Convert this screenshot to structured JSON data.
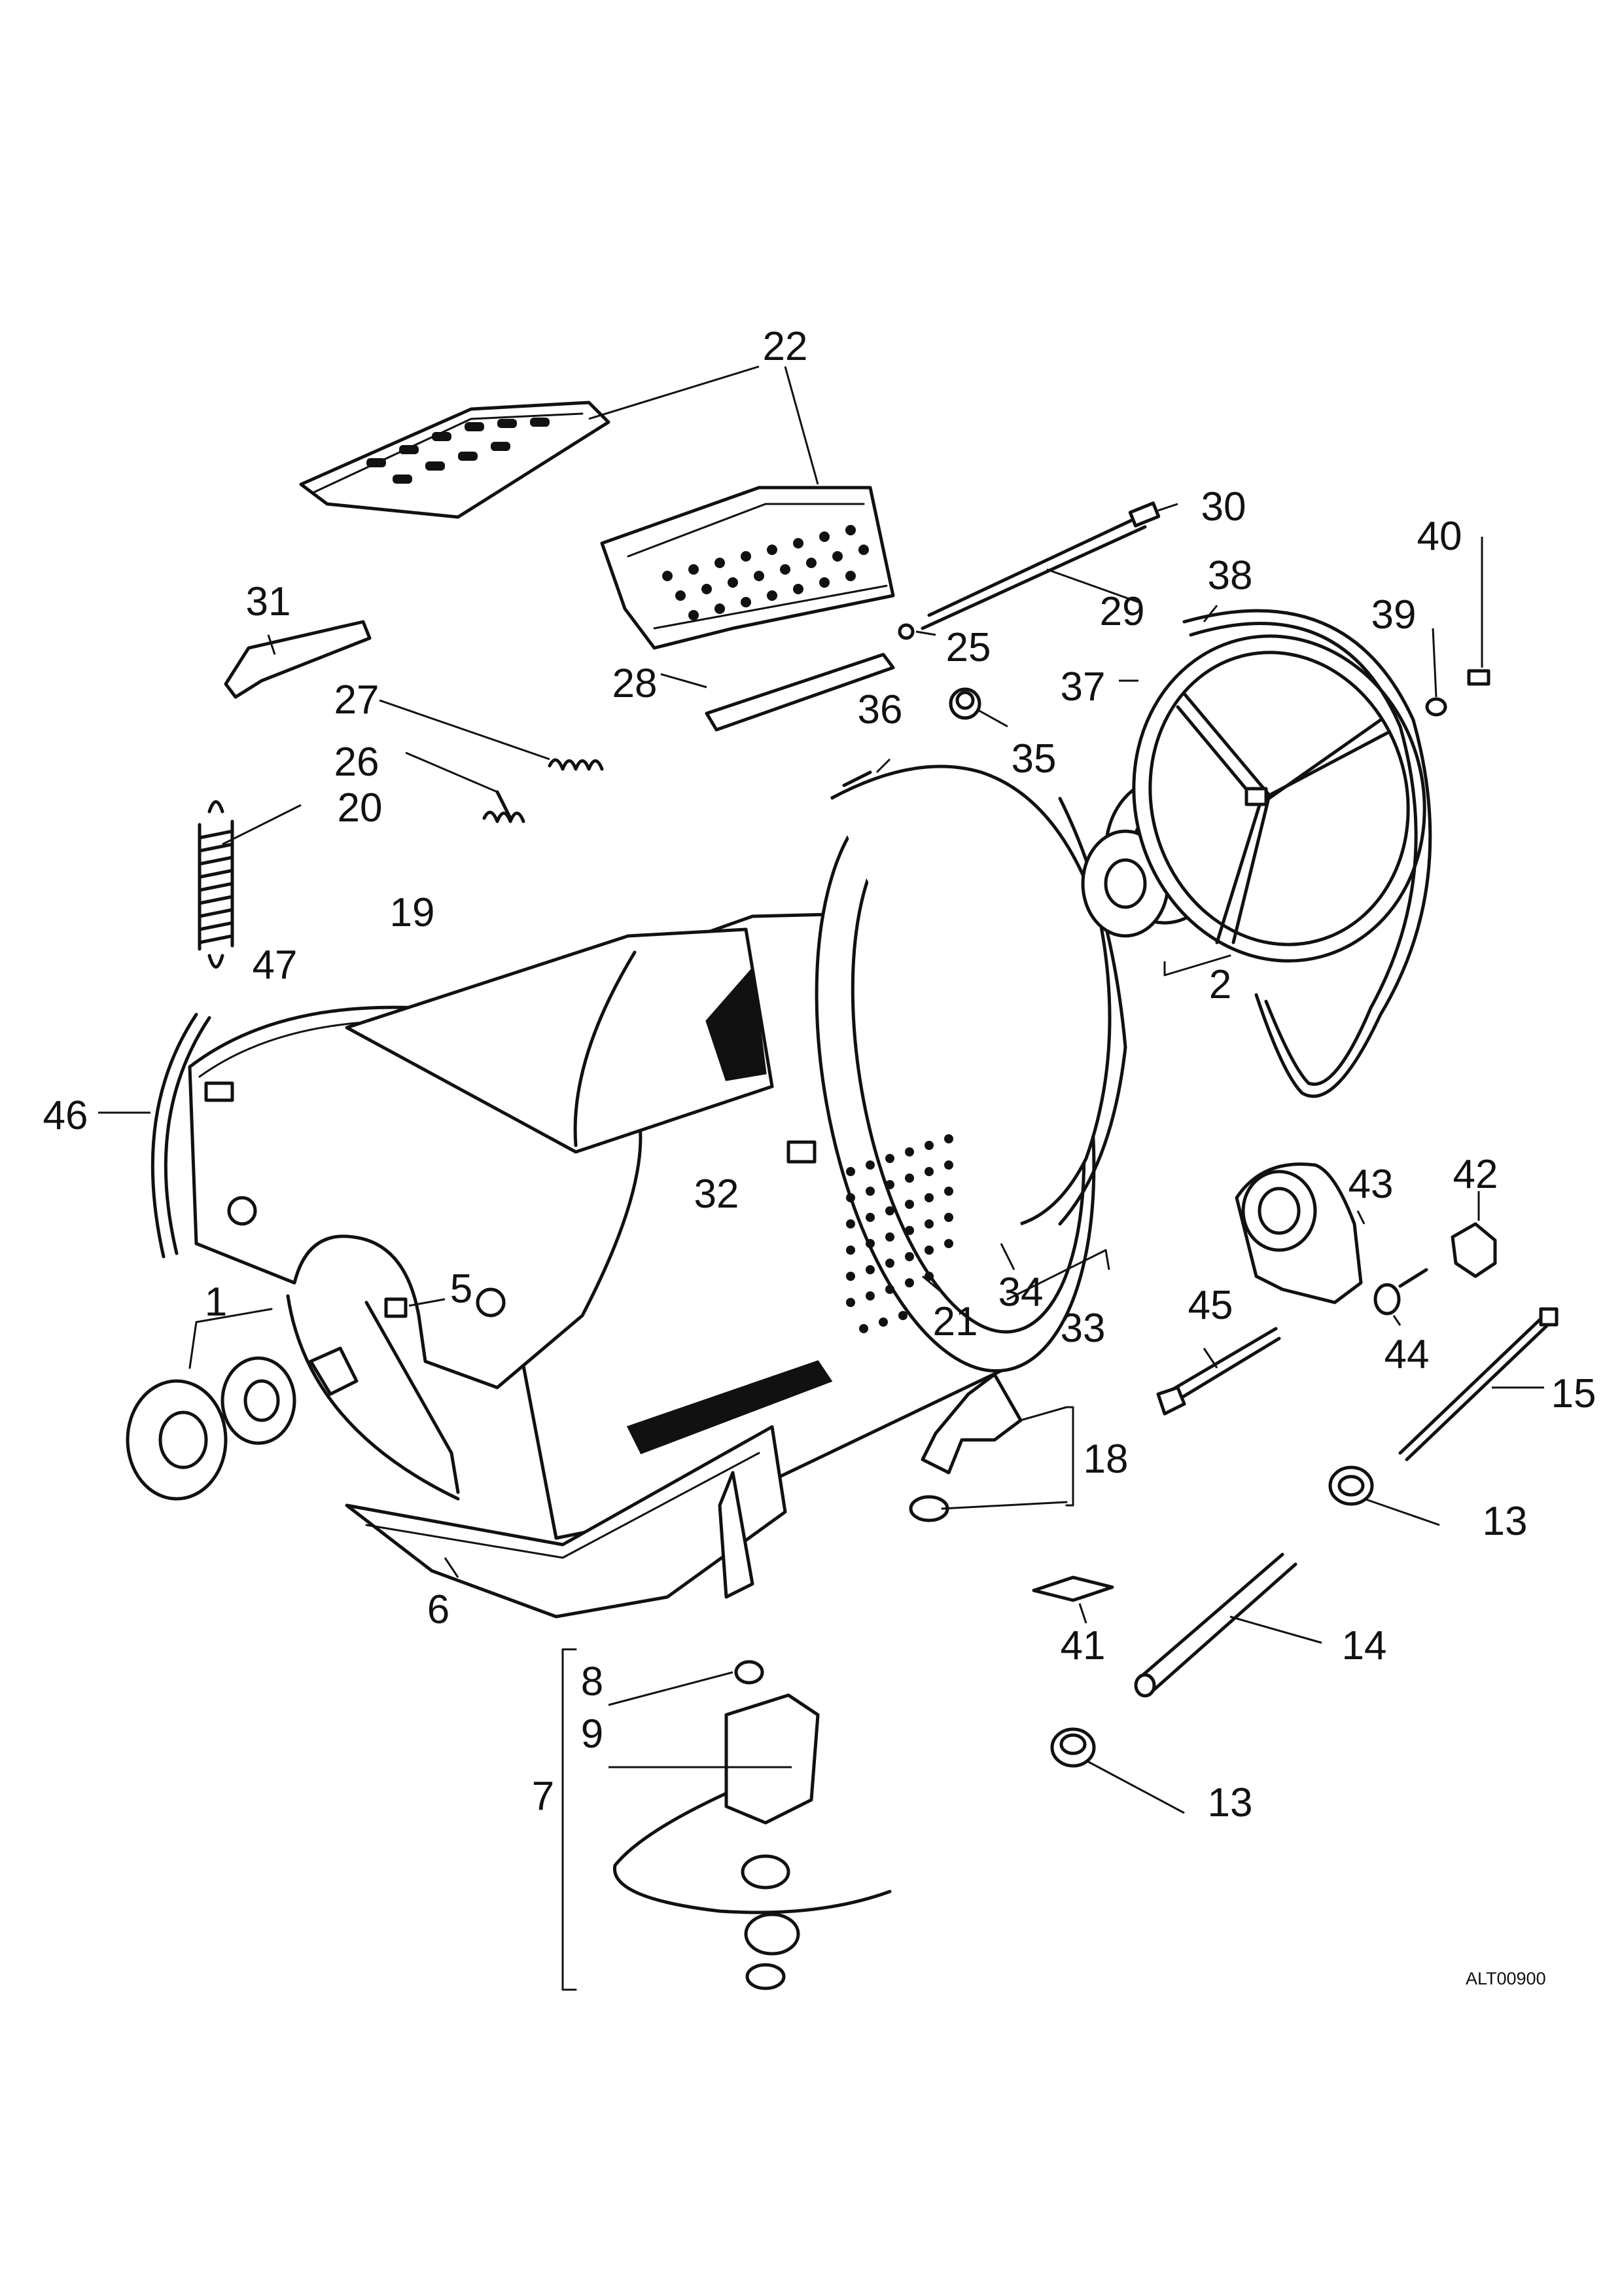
{
  "diagram": {
    "drawing_code": "ALT00900",
    "parts": [
      {
        "id": "p22",
        "label": "22"
      },
      {
        "id": "p30",
        "label": "30"
      },
      {
        "id": "p40",
        "label": "40"
      },
      {
        "id": "p38",
        "label": "38"
      },
      {
        "id": "p39",
        "label": "39"
      },
      {
        "id": "p31",
        "label": "31"
      },
      {
        "id": "p29",
        "label": "29"
      },
      {
        "id": "p25",
        "label": "25"
      },
      {
        "id": "p28",
        "label": "28"
      },
      {
        "id": "p37",
        "label": "37"
      },
      {
        "id": "p27",
        "label": "27"
      },
      {
        "id": "p36",
        "label": "36"
      },
      {
        "id": "p35",
        "label": "35"
      },
      {
        "id": "p26",
        "label": "26"
      },
      {
        "id": "p20",
        "label": "20"
      },
      {
        "id": "p19",
        "label": "19"
      },
      {
        "id": "p2",
        "label": "2"
      },
      {
        "id": "p47",
        "label": "47"
      },
      {
        "id": "p46",
        "label": "46"
      },
      {
        "id": "p32",
        "label": "32"
      },
      {
        "id": "p43",
        "label": "43"
      },
      {
        "id": "p42",
        "label": "42"
      },
      {
        "id": "p5",
        "label": "5"
      },
      {
        "id": "p1",
        "label": "1"
      },
      {
        "id": "p34",
        "label": "34"
      },
      {
        "id": "p45",
        "label": "45"
      },
      {
        "id": "p44",
        "label": "44"
      },
      {
        "id": "p21",
        "label": "21"
      },
      {
        "id": "p33",
        "label": "33"
      },
      {
        "id": "p15",
        "label": "15"
      },
      {
        "id": "p18",
        "label": "18"
      },
      {
        "id": "p13a",
        "label": "13"
      },
      {
        "id": "p6",
        "label": "6"
      },
      {
        "id": "p41",
        "label": "41"
      },
      {
        "id": "p14",
        "label": "14"
      },
      {
        "id": "p8",
        "label": "8"
      },
      {
        "id": "p9",
        "label": "9"
      },
      {
        "id": "p7",
        "label": "7"
      },
      {
        "id": "p13b",
        "label": "13"
      }
    ]
  }
}
